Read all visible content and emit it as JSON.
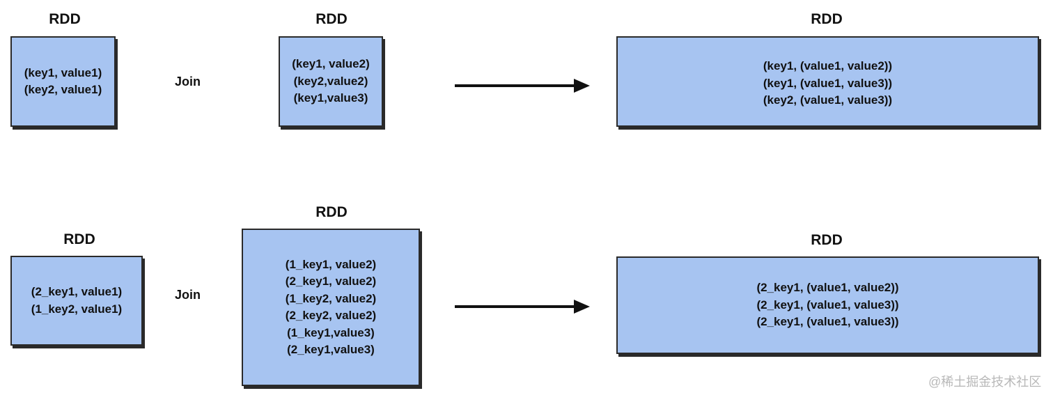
{
  "colors": {
    "box_fill": "#a7c4f1",
    "border": "#2a2a2a",
    "arrow": "#111111",
    "watermark": "#b8b8b8"
  },
  "row1": {
    "left": {
      "title": "RDD",
      "lines": [
        "(key1, value1)",
        "(key2, value1)"
      ]
    },
    "join_label": "Join",
    "right": {
      "title": "RDD",
      "lines": [
        "(key1, value2)",
        "(key2,value2)",
        "(key1,value3)"
      ]
    },
    "result": {
      "title": "RDD",
      "lines": [
        "(key1, (value1, value2))",
        "(key1, (value1, value3))",
        "(key2, (value1, value3))"
      ]
    }
  },
  "row2": {
    "left": {
      "title": "RDD",
      "lines": [
        "(2_key1, value1)",
        "(1_key2, value1)"
      ]
    },
    "join_label": "Join",
    "right": {
      "title": "RDD",
      "lines": [
        "(1_key1, value2)",
        "(2_key1, value2)",
        "(1_key2, value2)",
        "(2_key2, value2)",
        "(1_key1,value3)",
        "(2_key1,value3)"
      ]
    },
    "result": {
      "title": "RDD",
      "lines": [
        "(2_key1, (value1, value2))",
        "(2_key1, (value1, value3))",
        "(2_key1, (value1, value3))"
      ]
    }
  },
  "watermark": "@稀土掘金技术社区"
}
